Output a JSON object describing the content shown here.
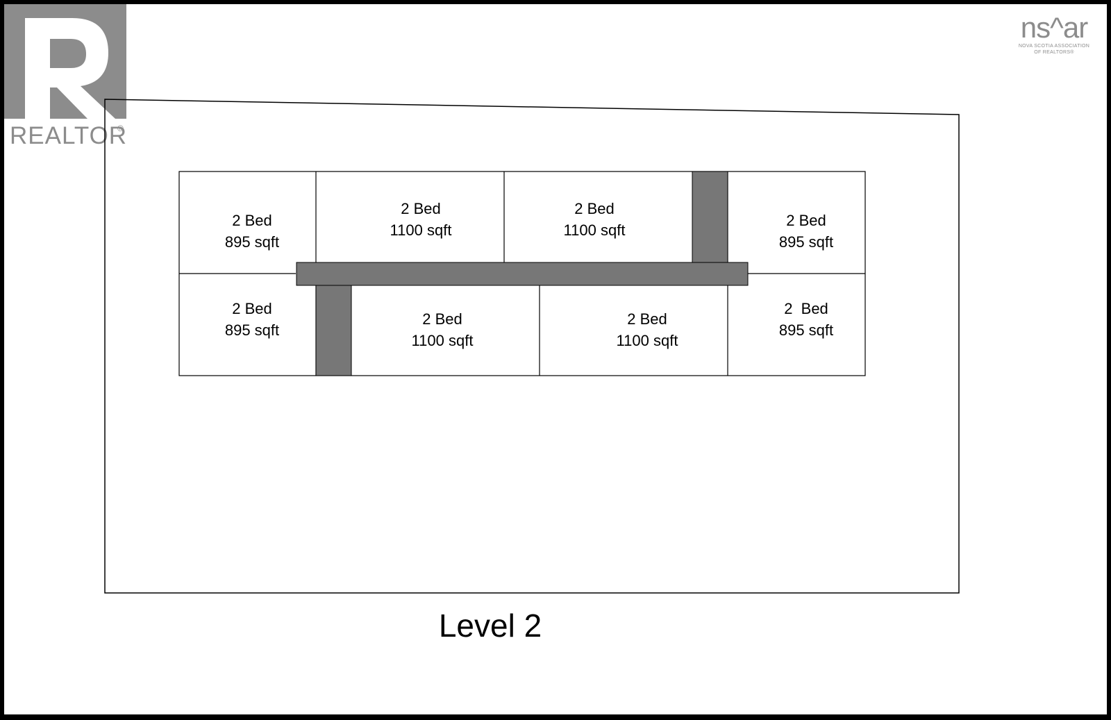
{
  "logos": {
    "realtor": {
      "text": "REALTOR",
      "mark": "®",
      "color": "#8c8c8c"
    },
    "nsar": {
      "word": "ns^ar",
      "line1": "NOVA SCOTIA ASSOCIATION",
      "line2": "OF REALTORS®",
      "color": "#8c8c8c"
    }
  },
  "floor_plan": {
    "corridor_color": "#777777",
    "units": [
      {
        "bed": "2 Bed",
        "size": "895 sqft"
      },
      {
        "bed": "2 Bed",
        "size": "1100 sqft"
      },
      {
        "bed": "2 Bed",
        "size": "1100 sqft"
      },
      {
        "bed": "2 Bed",
        "size": "895 sqft"
      },
      {
        "bed": "2 Bed",
        "size": "895 sqft"
      },
      {
        "bed": "2 Bed",
        "size": "1100 sqft"
      },
      {
        "bed": "2 Bed",
        "size": "1100 sqft"
      },
      {
        "bed": "2  Bed",
        "size": "895 sqft"
      }
    ],
    "level_label": "Level 2"
  }
}
